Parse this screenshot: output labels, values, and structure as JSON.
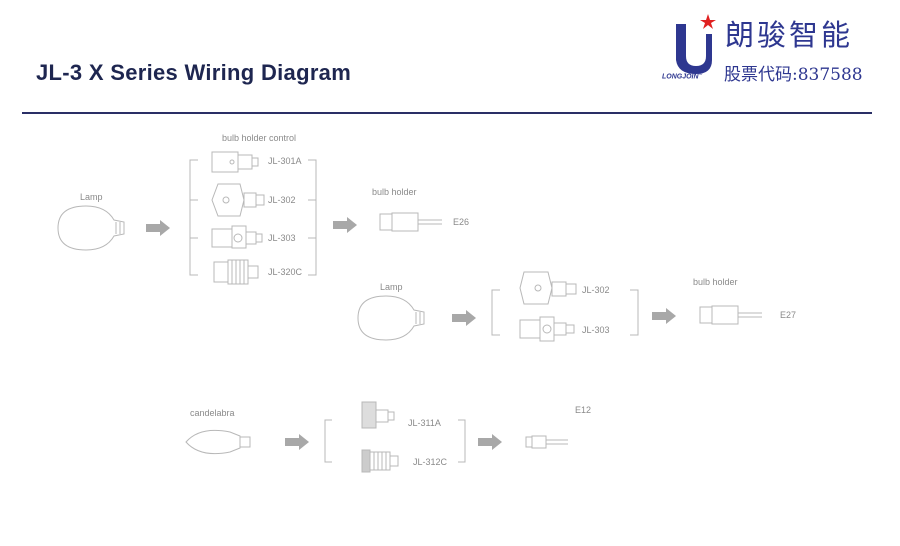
{
  "header": {
    "title": "JL-3 X Series Wiring Diagram"
  },
  "logo": {
    "cn_name": "朗骏智能",
    "stock_code": "股票代码:837588",
    "brand": "LONGJOIN",
    "registered": "®",
    "colors": {
      "blue": "#2e3790",
      "star": "#e02020"
    }
  },
  "section1": {
    "lamp_label": "Lamp",
    "group_label": "bulb holder control",
    "items": [
      "JL-301A",
      "JL-302",
      "JL-303",
      "JL-320C"
    ],
    "holder_label": "bulb holder",
    "socket": "E26"
  },
  "section2": {
    "lamp_label": "Lamp",
    "items": [
      "JL-302",
      "JL-303"
    ],
    "holder_label": "bulb holder",
    "socket": "E27"
  },
  "section3": {
    "lamp_label": "candelabra",
    "items": [
      "JL-311A",
      "JL-312C"
    ],
    "socket": "E12"
  }
}
